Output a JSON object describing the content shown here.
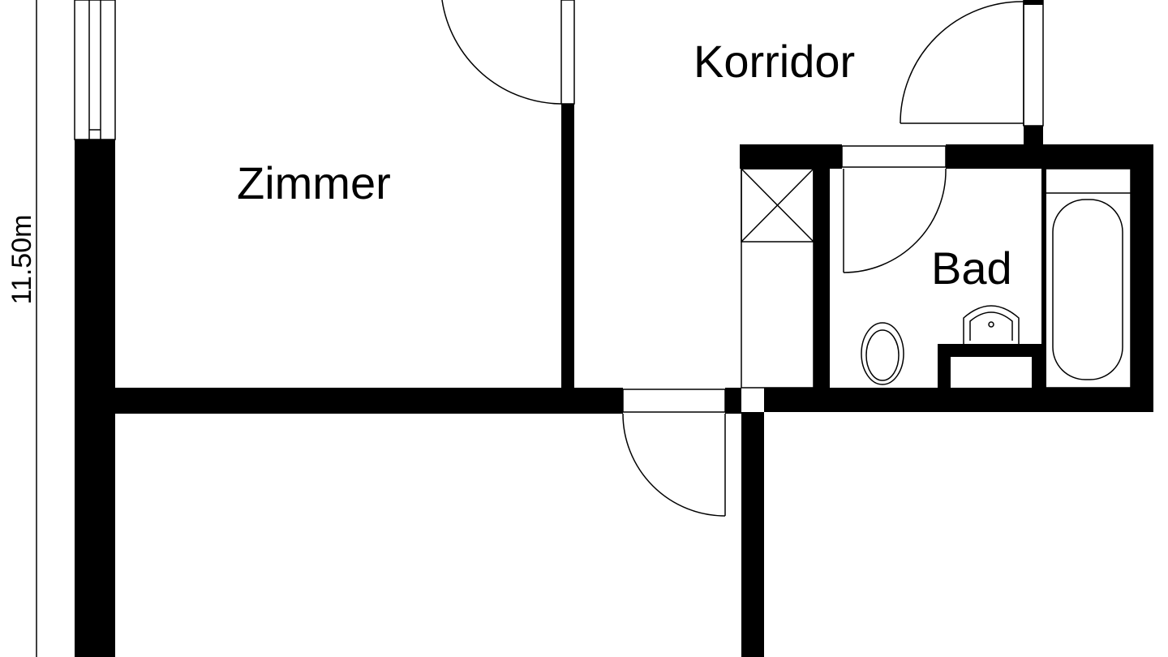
{
  "plan": {
    "rooms": {
      "zimmer": "Zimmer",
      "korridor": "Korridor",
      "bad": "Bad"
    },
    "dimension": "11.50m"
  },
  "colors": {
    "wall": "#000000",
    "background": "#ffffff"
  }
}
